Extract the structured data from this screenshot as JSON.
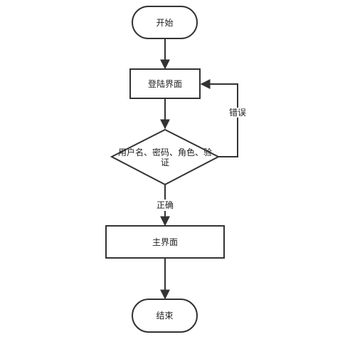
{
  "flowchart": {
    "start": "开始",
    "login": "登陆界面",
    "decision_line1": "用户名、密码、角色、验",
    "decision_line2": "证",
    "error_label": "错误",
    "correct_label": "正确",
    "main": "主界面",
    "end": "结束"
  },
  "colors": {
    "stroke": "#333333",
    "text": "#222222",
    "background": "#ffffff"
  }
}
